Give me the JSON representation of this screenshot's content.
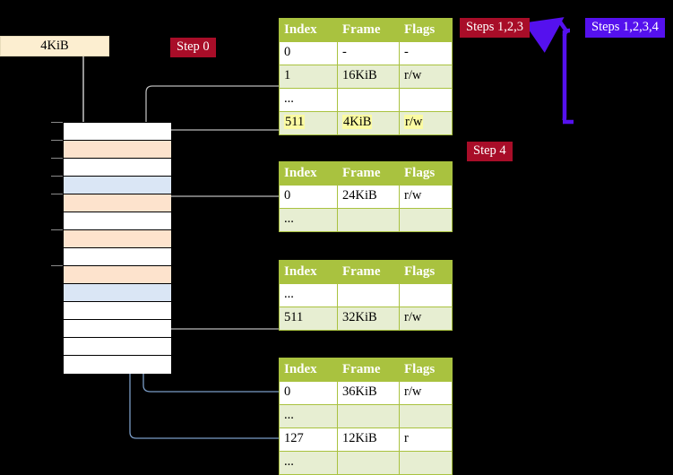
{
  "diagram": {
    "title_label": "4KiB",
    "badges": [
      {
        "name": "step-0",
        "text": "Step 0",
        "color": "#a80d28"
      },
      {
        "name": "step-4",
        "text": "Step 4",
        "color": "#a80d28"
      },
      {
        "name": "steps-123",
        "text": "Steps 1,2,3",
        "color": "#a80d28"
      },
      {
        "name": "steps-1234",
        "text": "Steps 1,2,3,4",
        "color": "#5511ee"
      }
    ],
    "columns": [
      "Index",
      "Frame",
      "Flags"
    ],
    "tables": [
      {
        "name": "pml4-table",
        "rows": [
          {
            "index": "0",
            "frame": "-",
            "flags": "-",
            "shade": "white",
            "highlight": false
          },
          {
            "index": "1",
            "frame": "16KiB",
            "flags": "r/w",
            "shade": "alt",
            "highlight": false
          },
          {
            "index": "...",
            "frame": "",
            "flags": "",
            "shade": "white",
            "highlight": false
          },
          {
            "index": "511",
            "frame": "4KiB",
            "flags": "r/w",
            "shade": "alt",
            "highlight": true
          }
        ]
      },
      {
        "name": "pdpt-table",
        "rows": [
          {
            "index": "0",
            "frame": "24KiB",
            "flags": "r/w",
            "shade": "white",
            "highlight": false
          },
          {
            "index": "...",
            "frame": "",
            "flags": "",
            "shade": "alt",
            "highlight": false
          }
        ]
      },
      {
        "name": "pd-table",
        "rows": [
          {
            "index": "...",
            "frame": "",
            "flags": "",
            "shade": "white",
            "highlight": false
          },
          {
            "index": "511",
            "frame": "32KiB",
            "flags": "r/w",
            "shade": "alt",
            "highlight": false
          }
        ]
      },
      {
        "name": "pt-table",
        "rows": [
          {
            "index": "0",
            "frame": "36KiB",
            "flags": "r/w",
            "shade": "white",
            "highlight": false
          },
          {
            "index": "...",
            "frame": "",
            "flags": "",
            "shade": "alt",
            "highlight": false
          },
          {
            "index": "127",
            "frame": "12KiB",
            "flags": "r",
            "shade": "white",
            "highlight": false
          },
          {
            "index": "...",
            "frame": "",
            "flags": "",
            "shade": "alt",
            "highlight": false
          }
        ]
      }
    ],
    "memory_column": {
      "name": "physical-memory-column",
      "rows": [
        {
          "fill": "white"
        },
        {
          "fill": "peach"
        },
        {
          "fill": "white"
        },
        {
          "fill": "blue"
        },
        {
          "fill": "peach"
        },
        {
          "fill": "white"
        },
        {
          "fill": "peach"
        },
        {
          "fill": "white"
        },
        {
          "fill": "peach"
        },
        {
          "fill": "blue"
        },
        {
          "fill": "white"
        },
        {
          "fill": "white"
        },
        {
          "fill": "white"
        },
        {
          "fill": "white"
        }
      ]
    },
    "colors": {
      "table_header": "#a9c23f",
      "table_alt_row": "#e7eed2",
      "highlight": "#fbfba2",
      "peach": "#fde3cd",
      "blue": "#dae6f5",
      "cream": "#fceed0",
      "wire_gray": "#9a9a9a",
      "wire_blue": "#5a7fb0",
      "arrow_purple": "#5511ee",
      "background": "#000000"
    }
  }
}
